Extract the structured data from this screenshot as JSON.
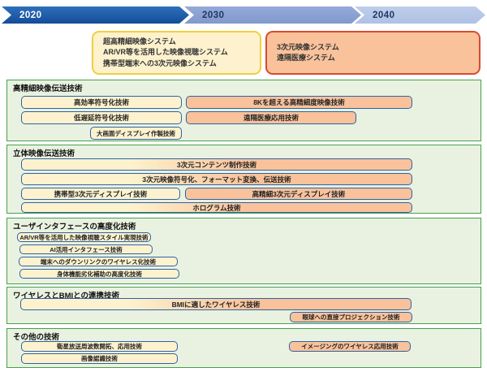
{
  "timeline": {
    "years": [
      "2020",
      "2030",
      "2040"
    ]
  },
  "systems": {
    "near": {
      "lines": [
        "超高精細映像システム",
        "AR/VR等を活用した映像視聴システム",
        "携帯型端末への3次元映像システム"
      ]
    },
    "far": {
      "lines": [
        "3次元映像システム",
        "遠隔医療システム"
      ]
    }
  },
  "sections": [
    {
      "title": "高精細映像伝送技術",
      "boxes": [
        {
          "label": "高効率符号化技術",
          "term": "now"
        },
        {
          "label": "8Kを超える高精細度映像技術",
          "term": "future"
        },
        {
          "label": "低遅延符号化技術",
          "term": "now"
        },
        {
          "label": "遠隔医療応用技術",
          "term": "future"
        },
        {
          "label": "大画面ディスプレイ作製技術",
          "term": "now"
        }
      ]
    },
    {
      "title": "立体映像伝送技術",
      "boxes": [
        {
          "label": "3次元コンテンツ制作技術",
          "term": "span"
        },
        {
          "label": "3次元映像符号化、フォーマット変換、伝送技術",
          "term": "span"
        },
        {
          "label": "携帯型3次元ディスプレイ技術",
          "term": "now"
        },
        {
          "label": "高精細3次元ディスプレイ技術",
          "term": "future"
        },
        {
          "label": "ホログラム技術",
          "term": "span"
        }
      ]
    },
    {
      "title": "ユーザインタフェースの高度化技術",
      "boxes": [
        {
          "label": "AR/VR等を活用した映像視聴スタイル実現技術",
          "term": "now"
        },
        {
          "label": "AI活用インタフェース技術",
          "term": "now"
        },
        {
          "label": "端末へのダウンリンクのワイヤレス化技術",
          "term": "now"
        },
        {
          "label": "身体機能劣化補助の高度化技術",
          "term": "now"
        }
      ]
    },
    {
      "title": "ワイヤレスとBMIとの連携技術",
      "boxes": [
        {
          "label": "BMIに適したワイヤレス技術",
          "term": "span"
        },
        {
          "label": "眼球への直接プロジェクション技術",
          "term": "future"
        }
      ]
    },
    {
      "title": "その他の技術",
      "boxes": [
        {
          "label": "衛星放送周波数開拓、応用技術",
          "term": "now"
        },
        {
          "label": "イメージングのワイヤレス応用技術",
          "term": "future"
        },
        {
          "label": "画像認識技術",
          "term": "now"
        }
      ]
    }
  ],
  "colors": {
    "arrow_2020": "#1e5dab",
    "arrow_2030": "#8ba3d3",
    "arrow_2040": "#b9c9e8",
    "yellow_fill": "#fdf2cd",
    "yellow_border": "#f0cf3e",
    "orange_fill": "#f9c29b",
    "orange_border": "#d94a30",
    "box_border_blue": "#2e62a8",
    "section_border": "#46a04c",
    "section_fill": "#e9f2e0"
  }
}
